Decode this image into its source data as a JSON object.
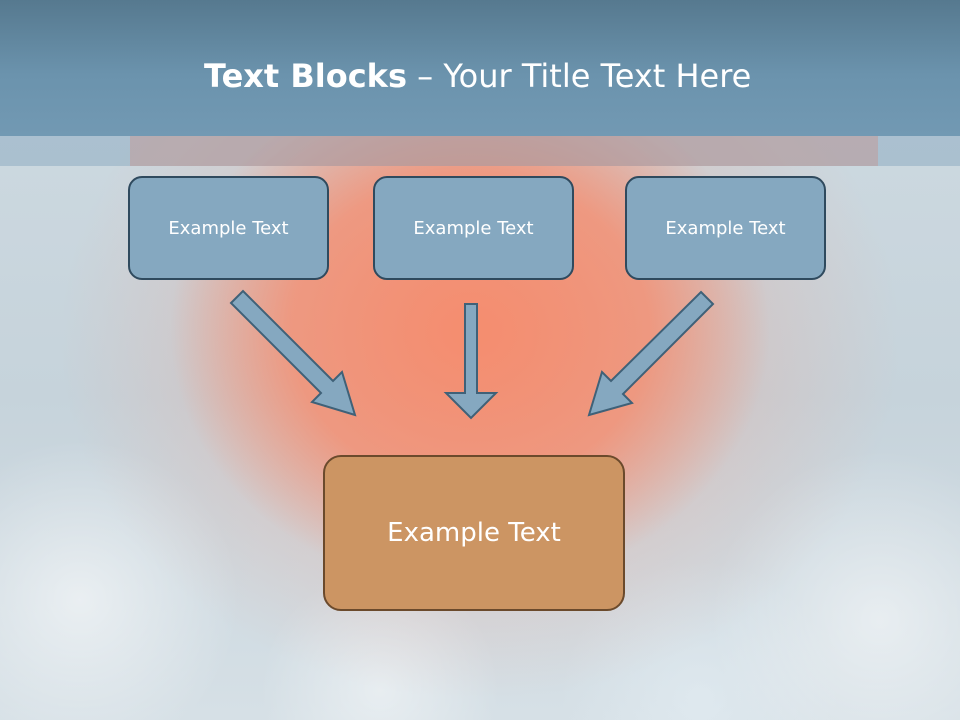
{
  "slide": {
    "title_bold": "Text Blocks",
    "title_separator": " – ",
    "title_rest": "Your Title Text Here",
    "top_boxes": [
      {
        "label": "Example Text"
      },
      {
        "label": "Example Text"
      },
      {
        "label": "Example Text"
      }
    ],
    "center_box": {
      "label": "Example Text"
    }
  },
  "colors": {
    "header": "#6b93ad",
    "box_fill": "#85a8c0",
    "box_border": "#2f4a5e",
    "center_fill": "#cc9563",
    "center_border": "#6b4a2c",
    "arrow_fill": "#85a8c0"
  }
}
